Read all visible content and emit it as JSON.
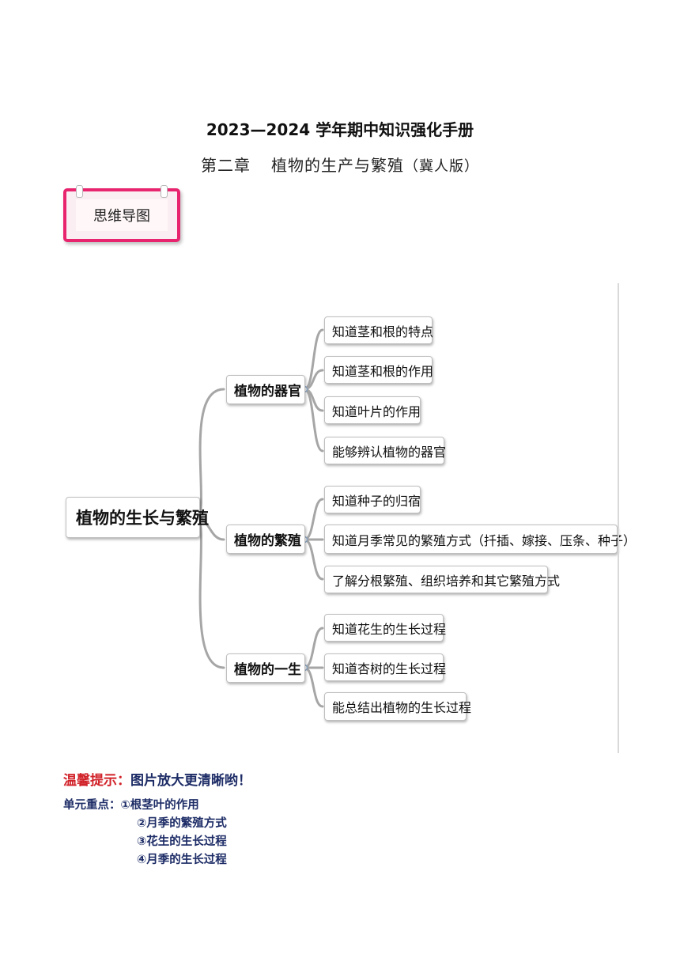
{
  "header": {
    "title": "2023—2024 学年期中知识强化手册",
    "chapter": "第二章",
    "topic": "植物的生产与繁殖",
    "edition": "（冀人版）"
  },
  "section_tag": {
    "label": "思维导图"
  },
  "mindmap": {
    "root": "植物的生长与繁殖",
    "branches": [
      {
        "label": "植物的器官",
        "items": [
          "知道茎和根的特点",
          "知道茎和根的作用",
          "知道叶片的作用",
          "能够辨认植物的器官"
        ]
      },
      {
        "label": "植物的繁殖",
        "items": [
          "知道种子的归宿",
          "知道月季常见的繁殖方式（扦插、嫁接、压条、种子）",
          "了解分根繁殖、组织培养和其它繁殖方式"
        ]
      },
      {
        "label": "植物的一生",
        "items": [
          "知道花生的生长过程",
          "知道杏树的生长过程",
          "能总结出植物的生长过程"
        ]
      }
    ]
  },
  "tip": {
    "prefix": "温馨提示：",
    "text": "图片放大更清晰哟！"
  },
  "key_points": {
    "label": "单元重点：",
    "items": [
      "①根茎叶的作用",
      "②月季的繁殖方式",
      "③花生的生长过程",
      "④月季的生长过程"
    ]
  },
  "colors": {
    "tag_border": "#e8246f",
    "tip_red": "#d1232a",
    "navy": "#1d2c66",
    "connector": "#a6a6a6"
  }
}
